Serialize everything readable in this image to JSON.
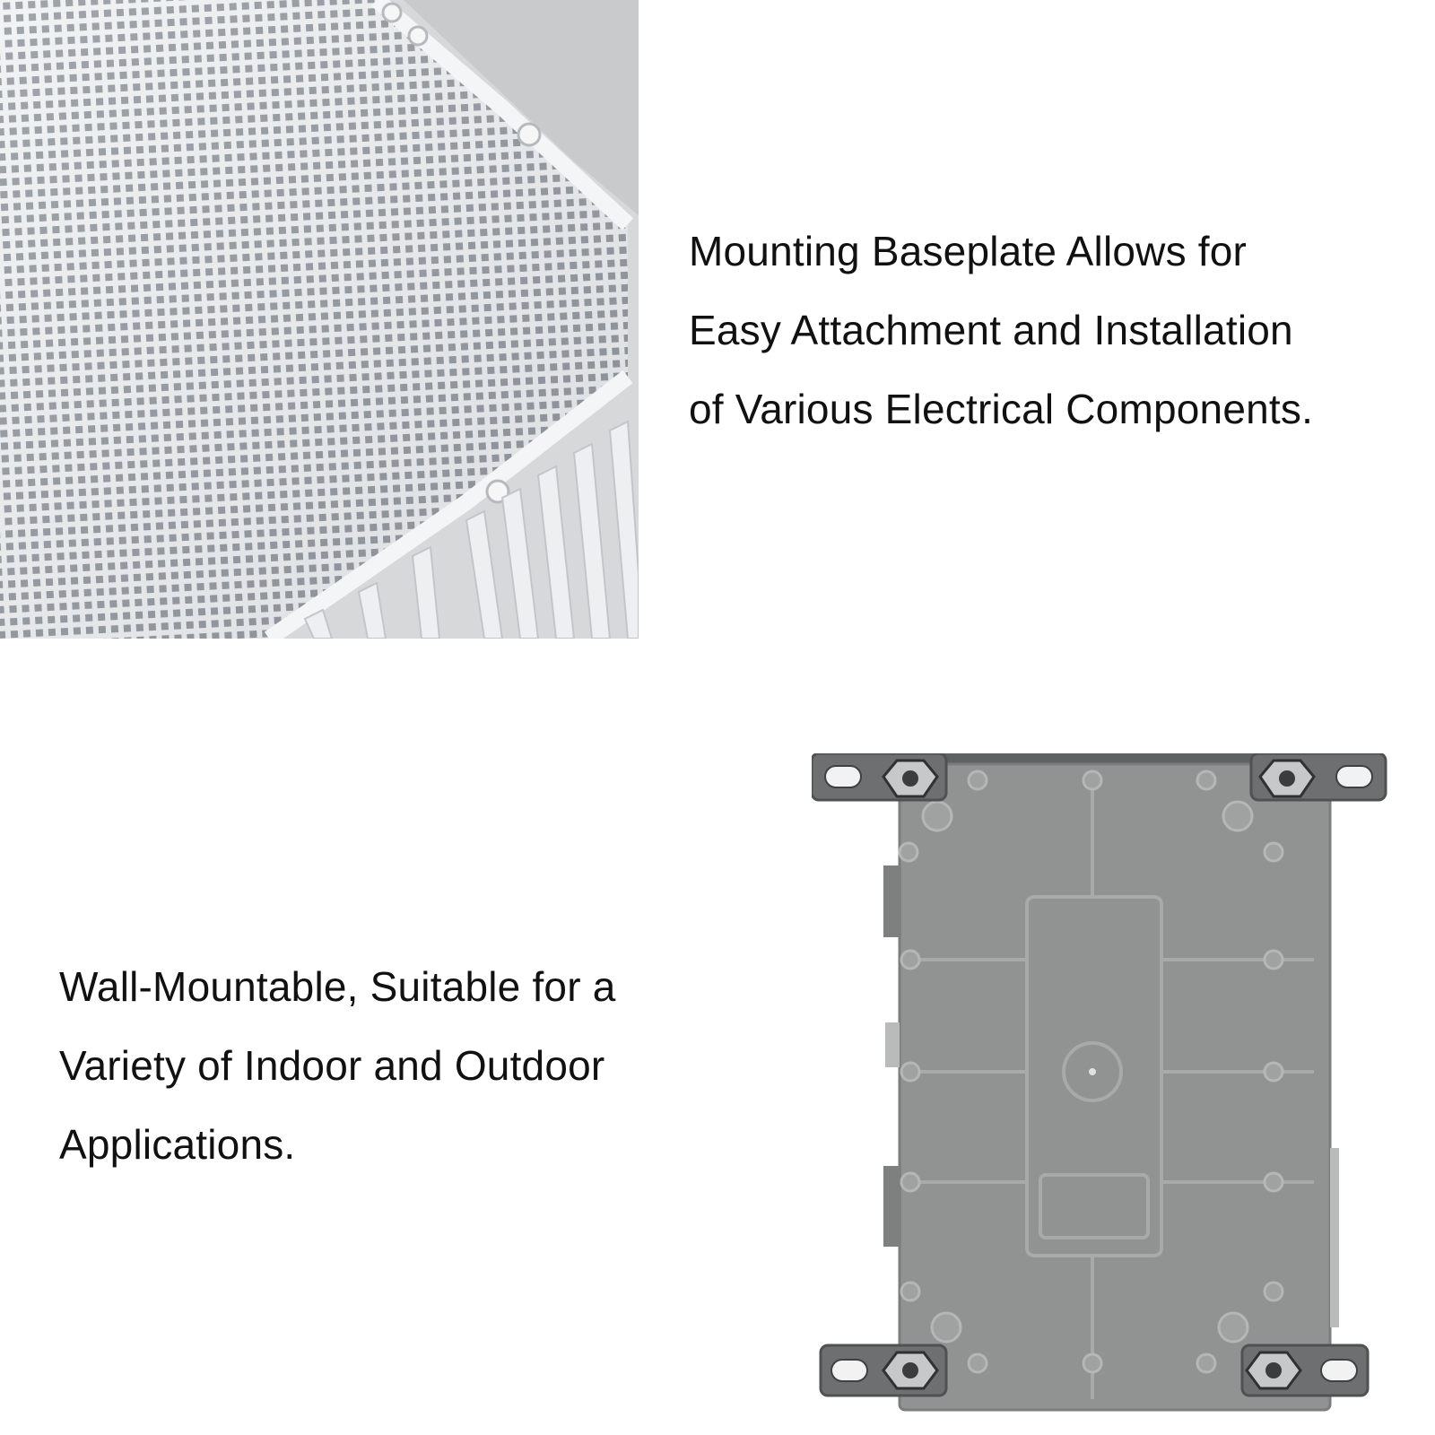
{
  "top_section": {
    "caption_lines": [
      "Mounting Baseplate Allows for",
      "Easy Attachment and Installation",
      "of Various Electrical Components."
    ]
  },
  "bottom_section": {
    "caption_lines": [
      "Wall-Mountable, Suitable for a",
      "Variety of Indoor and Outdoor",
      "Applications."
    ]
  },
  "colors": {
    "background": "#ffffff",
    "text": "#111111",
    "plastic_light": "#e3e5e8",
    "plastic_grey": "#8e9190",
    "bracket_dark": "#6d6f70"
  }
}
